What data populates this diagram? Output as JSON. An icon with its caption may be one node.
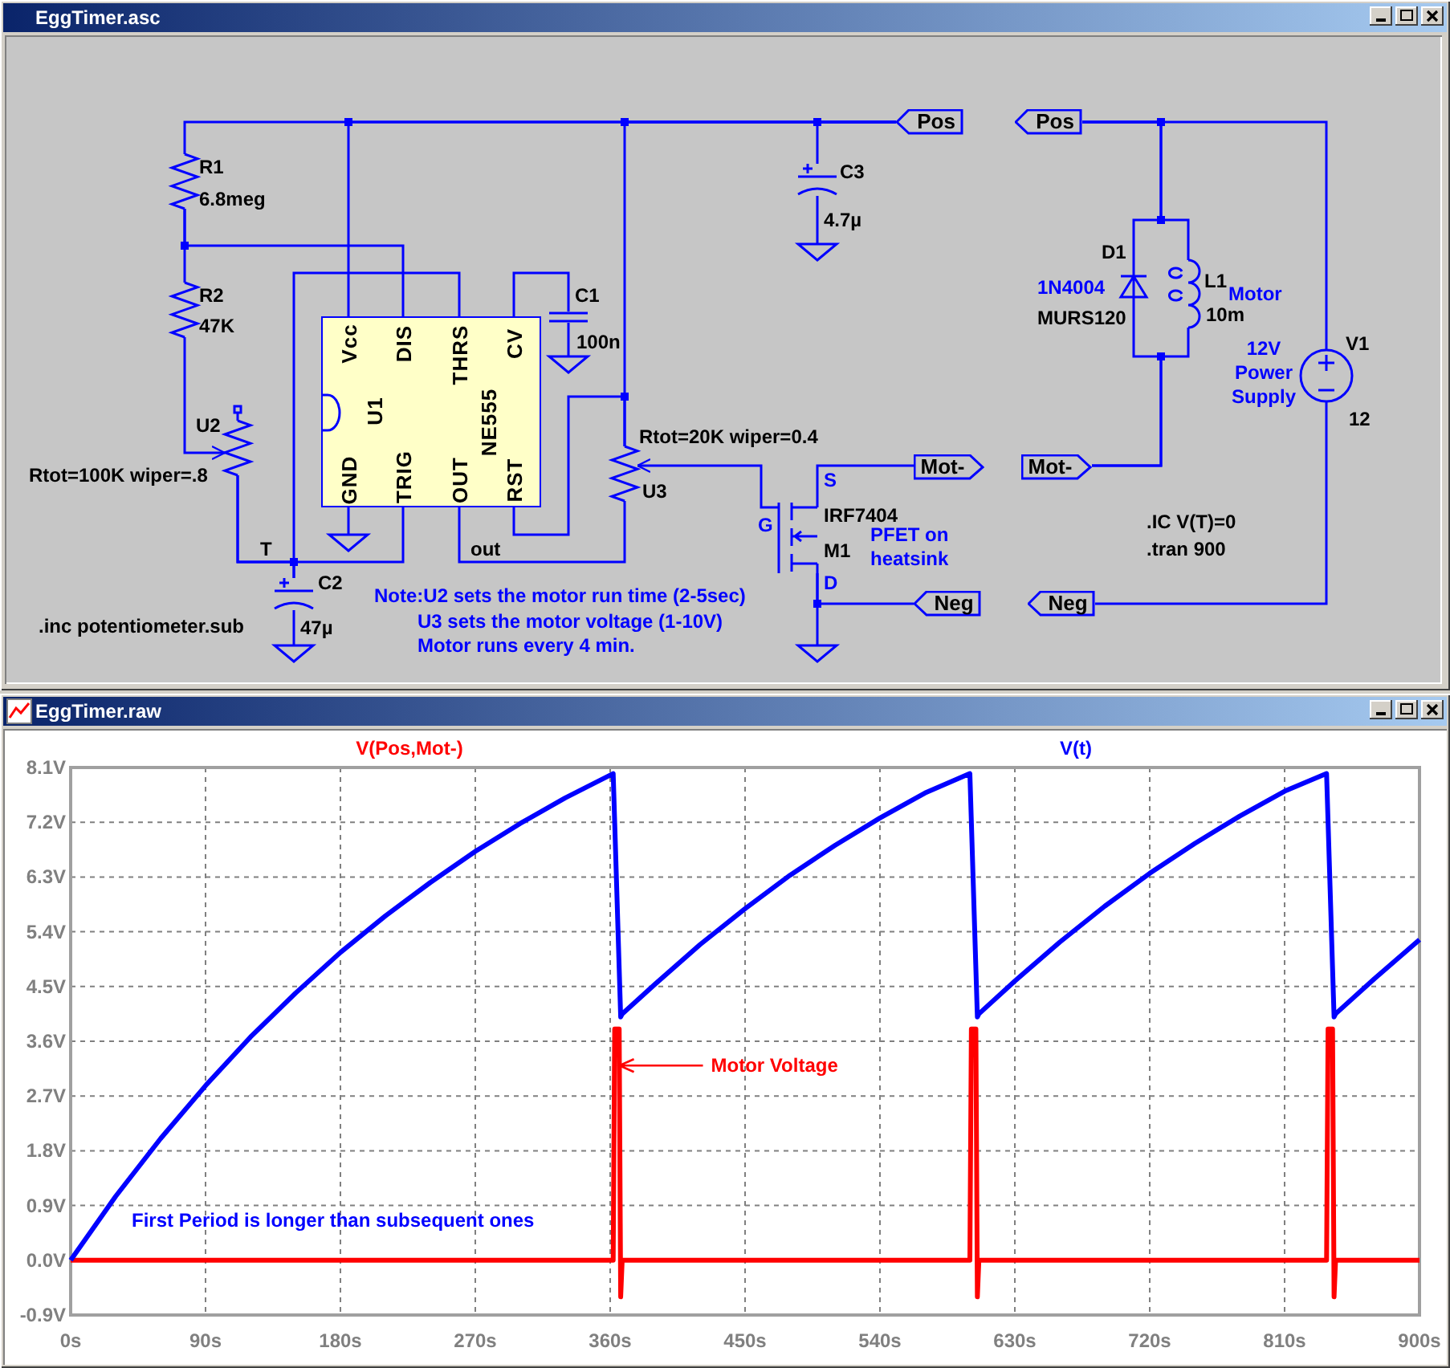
{
  "diagram": {
    "nodes": [
      {
        "text": [
          "EggTimer.asc"
        ]
      },
      {
        "text": [
          "Vcc",
          "DIS",
          "THRS",
          "CV",
          "U1",
          "NE555",
          "GND",
          "TRIG",
          "OUT",
          "RST"
        ],
        "in": 0
      },
      {
        "text": [
          "Pos"
        ],
        "in": 0
      },
      {
        "text": [
          "Mot-"
        ],
        "in": 0
      },
      {
        "text": [
          "Neg"
        ],
        "in": 0
      },
      {
        "text": [
          "Pos"
        ],
        "in": 0
      },
      {
        "text": [
          "Mot-"
        ],
        "in": 0
      },
      {
        "text": [
          "Neg"
        ],
        "in": 0
      },
      {
        "text": [],
        "shape": "resistor",
        "beside": [
          "R1",
          "6.8meg"
        ],
        "in": 0
      },
      {
        "text": [],
        "shape": "resistor",
        "beside": [
          "R2",
          "47K"
        ],
        "in": 0
      },
      {
        "text": [],
        "shape": "potentiometer",
        "beside": [
          "U2",
          "Rtot=100K wiper=.8"
        ],
        "in": 0
      },
      {
        "text": [],
        "shape": "capacitor",
        "beside": [
          "C1",
          "100n"
        ],
        "in": 0
      },
      {
        "text": [],
        "shape": "capacitor",
        "beside": [
          "C2",
          "47µ"
        ],
        "in": 0
      },
      {
        "text": [],
        "shape": "potentiometer",
        "beside": [
          "Rtot=20K wiper=0.4",
          "U3"
        ],
        "in": 0
      },
      {
        "text": [],
        "shape": "capacitor",
        "beside": [
          "C3",
          "4.7µ"
        ],
        "in": 0
      },
      {
        "text": [],
        "shape": "transistor",
        "beside": [
          "S",
          "G",
          "IRF7404",
          "M1",
          "D"
        ],
        "in": 0
      },
      {
        "text": [],
        "shape": "diode",
        "beside": [
          "D1",
          "1N4004",
          "MURS120"
        ],
        "in": 0
      },
      {
        "text": [],
        "shape": "inductor",
        "beside": [
          "L1",
          "Motor",
          "10m"
        ],
        "in": 0
      },
      {
        "text": [],
        "shape": "source",
        "beside": [
          "V1",
          "12"
        ],
        "in": 0
      },
      {
        "text": [],
        "shape": "ground",
        "in": 0
      },
      {
        "text": [],
        "shape": "ground",
        "in": 0
      },
      {
        "text": [],
        "shape": "ground",
        "in": 0
      },
      {
        "text": [],
        "shape": "ground",
        "in": 0
      },
      {
        "text": [],
        "shape": "ground",
        "in": 0
      },
      {
        "text": [
          "EggTimer.raw"
        ]
      }
    ],
    "edges": [
      {
        "from": 8,
        "to": 2,
        "arrow": "none"
      },
      {
        "from": 1,
        "to": 2,
        "arrow": "none"
      },
      {
        "from": 13,
        "to": 2,
        "arrow": "none"
      },
      {
        "from": 14,
        "to": 2,
        "arrow": "none"
      },
      {
        "from": 1,
        "to": 13,
        "arrow": "none"
      },
      {
        "from": 8,
        "to": 9,
        "arrow": "none"
      },
      {
        "from": 8,
        "to": 1,
        "arrow": "none"
      },
      {
        "from": 9,
        "to": 10,
        "arrow": "to"
      },
      {
        "from": 10,
        "to": 1,
        "arrow": "none"
      },
      {
        "from": 10,
        "to": 12,
        "arrow": "none"
      },
      {
        "from": 1,
        "to": 12,
        "arrow": "none"
      },
      {
        "from": 1,
        "to": 11,
        "arrow": "none"
      },
      {
        "from": 11,
        "to": 20,
        "arrow": "none"
      },
      {
        "from": 1,
        "to": 19,
        "arrow": "none"
      },
      {
        "from": 12,
        "to": 21,
        "arrow": "none"
      },
      {
        "from": 14,
        "to": 22,
        "arrow": "none"
      },
      {
        "from": 1,
        "to": 13,
        "arrow": "none"
      },
      {
        "from": 15,
        "to": 13,
        "arrow": "to"
      },
      {
        "from": 15,
        "to": 3,
        "arrow": "none"
      },
      {
        "from": 15,
        "to": 4,
        "arrow": "none"
      },
      {
        "from": 15,
        "to": 23,
        "arrow": "none"
      },
      {
        "from": 5,
        "to": 18,
        "arrow": "none"
      },
      {
        "from": 5,
        "to": 16,
        "arrow": "none"
      },
      {
        "from": 5,
        "to": 17,
        "arrow": "none"
      },
      {
        "from": 16,
        "to": 6,
        "arrow": "none"
      },
      {
        "from": 17,
        "to": 6,
        "arrow": "none"
      },
      {
        "from": 18,
        "to": 7,
        "arrow": "none"
      }
    ],
    "labels": [
      "T",
      ".inc potentiometer.sub",
      "out",
      "12V Power Supply",
      "PFET on heatsink",
      "Note:U2 sets the motor run time (2-5sec)",
      "U3 sets the motor voltage (1-10V)",
      "Motor runs every 4 min.",
      ".IC V(T)=0",
      ".tran 900"
    ],
    "chart_data": {
      "type": "line",
      "x": [
        0,
        30,
        60,
        90,
        120,
        150,
        180,
        210,
        240,
        270,
        300,
        330,
        362,
        363,
        366,
        367,
        368,
        390,
        420,
        450,
        480,
        510,
        540,
        570,
        600,
        601,
        604,
        605,
        606,
        630,
        660,
        690,
        720,
        750,
        780,
        810,
        838,
        839,
        842,
        843,
        844,
        870,
        900
      ],
      "series": [
        {
          "name": "V(Pos,Mot-)",
          "color": "#ff0000",
          "values": [
            0,
            0,
            0,
            0,
            0,
            0,
            0,
            0,
            0,
            0,
            0,
            0,
            0,
            3.8,
            3.8,
            -0.6,
            0,
            0,
            0,
            0,
            0,
            0,
            0,
            0,
            0,
            3.8,
            3.8,
            -0.6,
            0,
            0,
            0,
            0,
            0,
            0,
            0,
            0,
            0,
            3.8,
            3.8,
            -0.6,
            0,
            0,
            0
          ]
        },
        {
          "name": "V(t)",
          "color": "#0000ff",
          "values": [
            0,
            1.05,
            2.0,
            2.87,
            3.67,
            4.39,
            5.06,
            5.66,
            6.21,
            6.72,
            7.18,
            7.6,
            8.0,
            7.2,
            4.8,
            4.0,
            4.05,
            4.54,
            5.19,
            5.78,
            6.33,
            6.82,
            7.27,
            7.68,
            8.0,
            7.2,
            4.8,
            4.0,
            4.05,
            4.59,
            5.23,
            5.82,
            6.36,
            6.85,
            7.3,
            7.71,
            8.0,
            7.2,
            4.8,
            4.0,
            4.05,
            4.63,
            5.27
          ]
        }
      ],
      "xlim": [
        0,
        900
      ],
      "ylim": [
        -0.9,
        8.1
      ],
      "grid": true,
      "xticks": [
        {
          "value": 0,
          "label": "0s"
        },
        {
          "value": 90,
          "label": "90s"
        },
        {
          "value": 180,
          "label": "180s"
        },
        {
          "value": 270,
          "label": "270s"
        },
        {
          "value": 360,
          "label": "360s"
        },
        {
          "value": 450,
          "label": "450s"
        },
        {
          "value": 540,
          "label": "540s"
        },
        {
          "value": 630,
          "label": "630s"
        },
        {
          "value": 720,
          "label": "720s"
        },
        {
          "value": 810,
          "label": "810s"
        },
        {
          "value": 900,
          "label": "900s"
        }
      ],
      "yticks": [
        {
          "value": -0.9,
          "label": "-0.9V"
        },
        {
          "value": 0,
          "label": "0.0V"
        },
        {
          "value": 0.9,
          "label": "0.9V"
        },
        {
          "value": 1.8,
          "label": "1.8V"
        },
        {
          "value": 2.7,
          "label": "2.7V"
        },
        {
          "value": 3.6,
          "label": "3.6V"
        },
        {
          "value": 4.5,
          "label": "4.5V"
        },
        {
          "value": 5.4,
          "label": "5.4V"
        },
        {
          "value": 6.3,
          "label": "6.3V"
        },
        {
          "value": 7.2,
          "label": "7.2V"
        },
        {
          "value": 8.1,
          "label": "8.1V"
        }
      ],
      "annotations": [
        "Motor Voltage",
        "First Period is longer than subsequent ones"
      ]
    }
  }
}
